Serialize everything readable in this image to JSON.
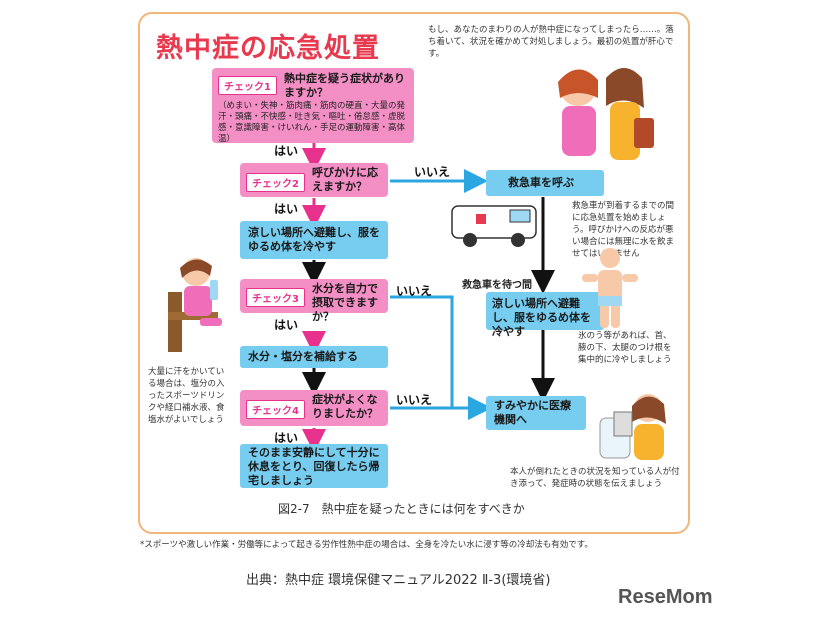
{
  "title": "熱中症の応急処置",
  "intro": "もし、あなたのまわりの人が熱中症になってしまったら……。落ち着いて、状況を確かめて対処しましょう。最初の処置が肝心です。",
  "check1": {
    "badge": "チェック1",
    "question": "熱中症を疑う症状がありますか？",
    "symptoms": "（めまい・失神・筋肉痛・筋肉の硬直・大量の発汗・頭痛・不快感・吐き気・嘔吐・倦怠感・虚脱感・意識障害・けいれん・手足の運動障害・高体温）"
  },
  "check2": {
    "badge": "チェック2",
    "question": "呼びかけに応えますか？"
  },
  "check3": {
    "badge": "チェック3",
    "question": "水分を自力で摂取できますか？"
  },
  "check4": {
    "badge": "チェック4",
    "question": "症状がよくなりましたか？"
  },
  "yes": "はい",
  "no": "いいえ",
  "step_cool": "涼しい場所へ避難し、服をゆるめ体を冷やす",
  "step_water": "水分・塩分を補給する",
  "step_rest": "そのまま安静にして十分に休息をとり、回復したら帰宅しましょう",
  "ambulance": "救急車を呼ぶ",
  "ambulance_note": "救急車が到着するまでの間に応急処置を始めましょう。呼びかけへの反応が悪い場合には無理に水を飲ませてはいけません",
  "wait_label": "救急車を待つ間",
  "right_cool": "涼しい場所へ避難し、服をゆるめ体を冷やす",
  "ice_note": "氷のう等があれば、首、腋の下、太腿のつけ根を集中的に冷やしましょう",
  "hospital": "すみやかに医療機関へ",
  "hospital_note": "本人が倒れたときの状況を知っている人が付き添って、発症時の状態を伝えましょう",
  "left_note": "大量に汗をかいている場合は、塩分の入ったスポーツドリンクや経口補水液、食塩水がよいでしょう",
  "caption": "図2-7　熱中症を疑ったときには何をすべきか",
  "footnote": "*スポーツや激しい作業・労働等によって起きる労作性熱中症の場合は、全身を冷たい水に浸す等の冷却法も有効です。",
  "source": "出典：熱中症 環境保健マニュアル2022 Ⅱ-3(環境省)",
  "logo": "ReseMom",
  "colors": {
    "pink": "#f06eb9",
    "blue": "#76cdf0",
    "title": "#e83a4f",
    "frame": "#f2b57a"
  }
}
